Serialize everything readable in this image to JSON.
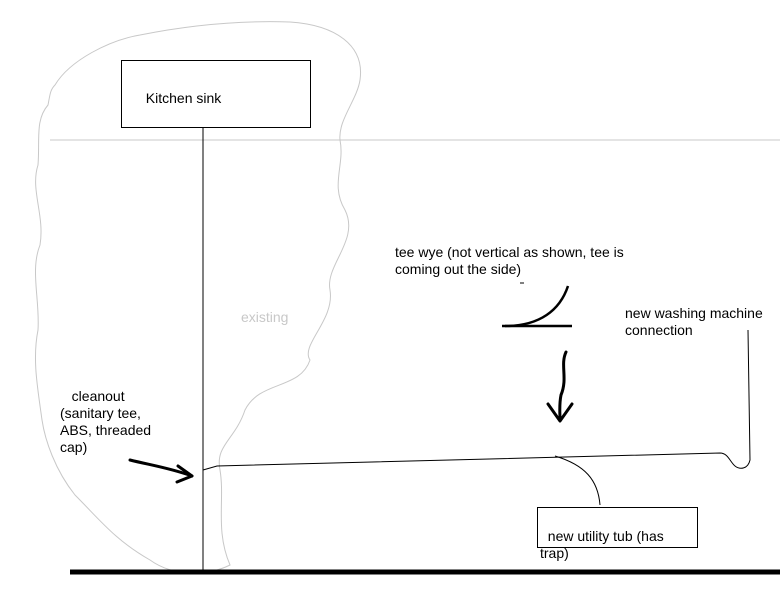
{
  "diagram": {
    "labels": {
      "kitchen_sink": "Kitchen sink",
      "existing": "existing",
      "tee_wye": "tee wye (not vertical as shown, tee is\ncoming out the side)",
      "washing_machine": "new washing machine\nconnection",
      "cleanout": "   cleanout\n(sanitary tee,\nABS, threaded\ncap)",
      "utility_tub": "new utility tub (has\ntrap)"
    },
    "colors": {
      "ink": "#000000",
      "faint_outline": "#c8c8c8",
      "existing_text": "#c8c8c8",
      "background": "#ffffff"
    }
  }
}
